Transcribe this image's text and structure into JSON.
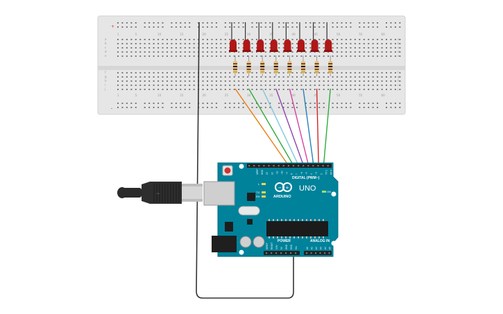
{
  "breadcrumb": {
    "label": ""
  },
  "breadboard": {
    "rows_top": [
      "a",
      "b",
      "c",
      "d",
      "e"
    ],
    "rows_bottom": [
      "f",
      "g",
      "h",
      "i",
      "j"
    ],
    "col_numbers_top": [
      "1",
      "5",
      "10",
      "15",
      "20",
      "25",
      "30",
      "35",
      "40",
      "45",
      "50",
      "55",
      "60"
    ],
    "col_numbers_bottom": [
      "1",
      "5",
      "10",
      "15",
      "20",
      "25",
      "30",
      "35",
      "40",
      "45",
      "50",
      "55",
      "60"
    ],
    "rail_plus": "+",
    "rail_minus": "-"
  },
  "leds": {
    "count": 8,
    "color": "#b01717"
  },
  "resistors": {
    "count": 8
  },
  "wires": {
    "colors": [
      "#e67e10",
      "#2eaa3a",
      "#7ec8d9",
      "#8e44ad",
      "#d63fa0",
      "#2980b9",
      "#d42222",
      "#2eaa3a"
    ],
    "ground_color": "#333333"
  },
  "arduino": {
    "board_color": "#00829b",
    "brand": "ARDUINO",
    "model": "UNO",
    "digital_label": "DIGITAL (PWM~)",
    "power_label": "POWER",
    "analog_label": "ANALOG IN",
    "tx_label": "TX",
    "rx_label": "RX",
    "l_label": "L",
    "on_label": "ON",
    "aref": "AREF",
    "gnd": "GND",
    "digital_pins": [
      "13",
      "12",
      "~11",
      "~10",
      "~9",
      "8",
      "7",
      "~6",
      "~5",
      "4",
      "~3",
      "2",
      "TX 1",
      "RX 0"
    ],
    "power_pins": [
      "IOREF",
      "RESET",
      "3.3V",
      "5V",
      "GND",
      "GND",
      "Vin"
    ],
    "analog_pins": [
      "A0",
      "A1",
      "A2",
      "A3",
      "A4",
      "A5"
    ]
  },
  "usb_cable": {
    "color": "#333333"
  }
}
